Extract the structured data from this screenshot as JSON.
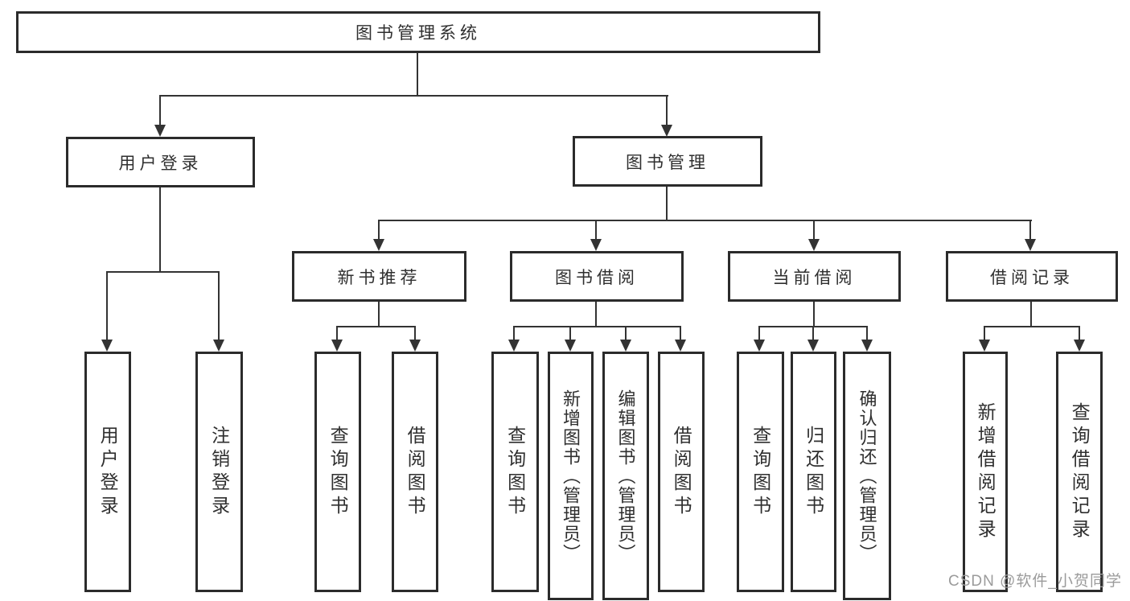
{
  "diagram": {
    "type": "hierarchy-tree",
    "background": "#ffffff",
    "line_color": "#333333",
    "border_color": "#2b2b2b",
    "text_color": "#2f2f2f"
  },
  "nodes": {
    "root": {
      "label": "图书管理系统"
    },
    "level2": [
      {
        "id": "user-login",
        "label": "用户登录",
        "parent": "root"
      },
      {
        "id": "book-management",
        "label": "图书管理",
        "parent": "root"
      }
    ],
    "level3": [
      {
        "id": "new-book-recommend",
        "label": "新书推荐",
        "parent": "book-management"
      },
      {
        "id": "book-borrowing",
        "label": "图书借阅",
        "parent": "book-management"
      },
      {
        "id": "current-borrowing",
        "label": "当前借阅",
        "parent": "book-management"
      },
      {
        "id": "borrow-records",
        "label": "借阅记录",
        "parent": "book-management"
      }
    ],
    "level4": [
      {
        "id": "leaf-user-login",
        "label": "用户登录",
        "parent": "user-login"
      },
      {
        "id": "leaf-logout",
        "label": "注销登录",
        "parent": "user-login"
      },
      {
        "id": "leaf-query-books-recommend",
        "label": "查询图书",
        "parent": "new-book-recommend"
      },
      {
        "id": "leaf-borrow-books-recommend",
        "label": "借阅图书",
        "parent": "new-book-recommend"
      },
      {
        "id": "leaf-query-books-borrowing",
        "label": "查询图书",
        "parent": "book-borrowing"
      },
      {
        "id": "leaf-add-books-admin",
        "label": "新增图书（管理员）",
        "parent": "book-borrowing"
      },
      {
        "id": "leaf-edit-books-admin",
        "label": "编辑图书（管理员）",
        "parent": "book-borrowing"
      },
      {
        "id": "leaf-borrow-books-borrowing",
        "label": "借阅图书",
        "parent": "book-borrowing"
      },
      {
        "id": "leaf-query-books-current",
        "label": "查询图书",
        "parent": "current-borrowing"
      },
      {
        "id": "leaf-return-books",
        "label": "归还图书",
        "parent": "current-borrowing"
      },
      {
        "id": "leaf-confirm-return-admin",
        "label": "确认归还（管理员）",
        "parent": "current-borrowing"
      },
      {
        "id": "leaf-add-borrow-record",
        "label": "新增借阅记录",
        "parent": "borrow-records"
      },
      {
        "id": "leaf-query-borrow-record",
        "label": "查询借阅记录",
        "parent": "borrow-records"
      }
    ]
  },
  "watermark": {
    "text": "CSDN @软件_小贺同学",
    "color": "#9b9b9b"
  }
}
